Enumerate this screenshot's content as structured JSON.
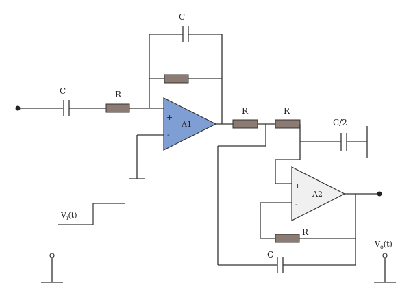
{
  "colors": {
    "wire": "#333333",
    "resistor_fill": "#8c7b72",
    "amp1_fill": "#7f9fd4",
    "amp2_fill": "#f0f0f0"
  },
  "labels": {
    "c_feedback": "C",
    "c_input": "C",
    "r_input": "R",
    "r_series1": "R",
    "r_series2": "R",
    "c_half": "C/2",
    "r_feedback2": "R",
    "c_bottom": "C",
    "amp1_name": "A1",
    "amp2_name": "A2",
    "amp1_plus": "+",
    "amp1_minus": "-",
    "amp2_plus": "+",
    "amp2_minus": "-",
    "vi_main": "V",
    "vi_sub": "i",
    "vi_arg": "(t)",
    "vo_main": "V",
    "vo_sub": "o",
    "vo_arg": "(t)"
  }
}
